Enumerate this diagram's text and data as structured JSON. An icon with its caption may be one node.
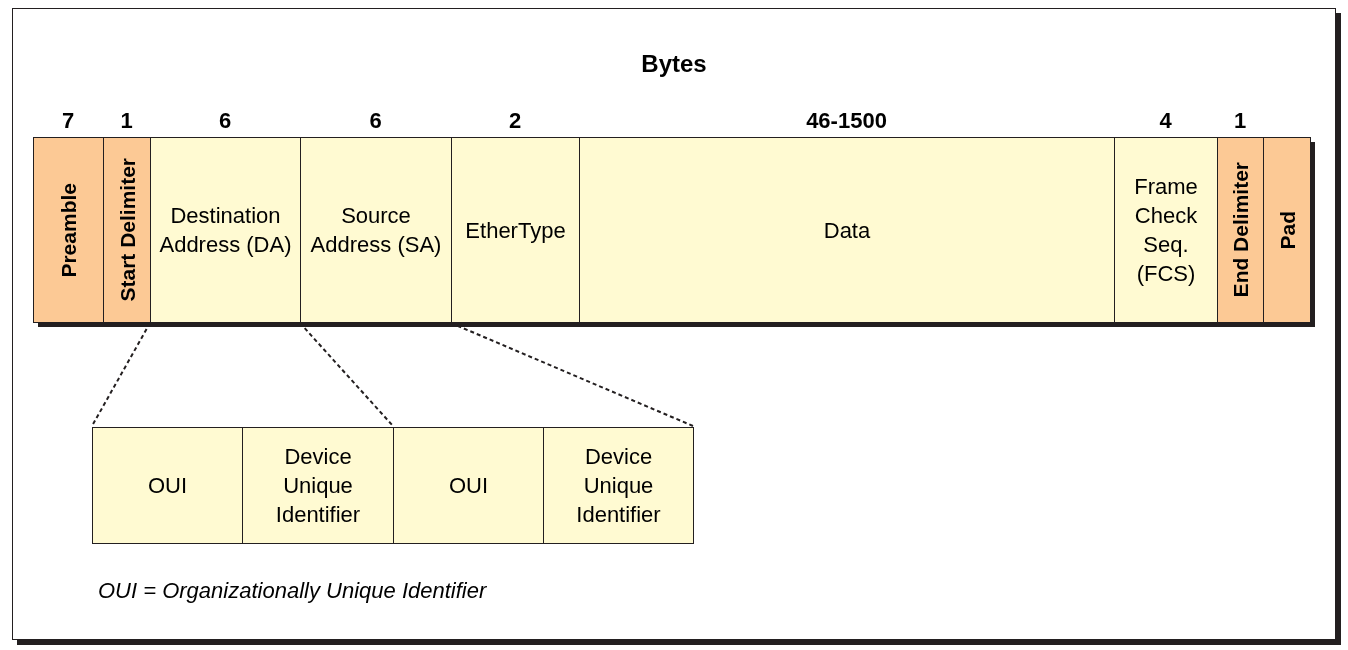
{
  "diagram": {
    "title": "Bytes",
    "nodes": [
      {
        "text": [
          "Preamble"
        ],
        "beside": [
          "7"
        ]
      },
      {
        "text": [
          "Start Delimiter"
        ],
        "beside": [
          "1"
        ]
      },
      {
        "text": [
          "Destination Address (DA)"
        ],
        "beside": [
          "6"
        ]
      },
      {
        "text": [
          "Source Address (SA)"
        ],
        "beside": [
          "6"
        ]
      },
      {
        "text": [
          "EtherType"
        ],
        "beside": [
          "2"
        ]
      },
      {
        "text": [
          "Data"
        ],
        "beside": [
          "46-1500"
        ]
      },
      {
        "text": [
          "Frame Check Seq. (FCS)"
        ],
        "beside": [
          "4"
        ]
      },
      {
        "text": [
          "End Delimiter"
        ],
        "beside": [
          "1"
        ]
      },
      {
        "text": [
          "Pad"
        ]
      },
      {
        "text": [
          "OUI"
        ]
      },
      {
        "text": [
          "Device Unique Identifier"
        ]
      },
      {
        "text": [
          "OUI"
        ]
      },
      {
        "text": [
          "Device Unique Identifier"
        ]
      }
    ],
    "edges": [
      {
        "from": 2,
        "to": 9,
        "arrow": "none",
        "style": "dashed"
      },
      {
        "from": 2,
        "to": 10,
        "arrow": "none",
        "style": "dashed"
      },
      {
        "from": 3,
        "to": 11,
        "arrow": "none",
        "style": "dashed"
      },
      {
        "from": 3,
        "to": 12,
        "arrow": "none",
        "style": "dashed"
      }
    ],
    "caption": "OUI = Organizationally Unique Identifier"
  }
}
